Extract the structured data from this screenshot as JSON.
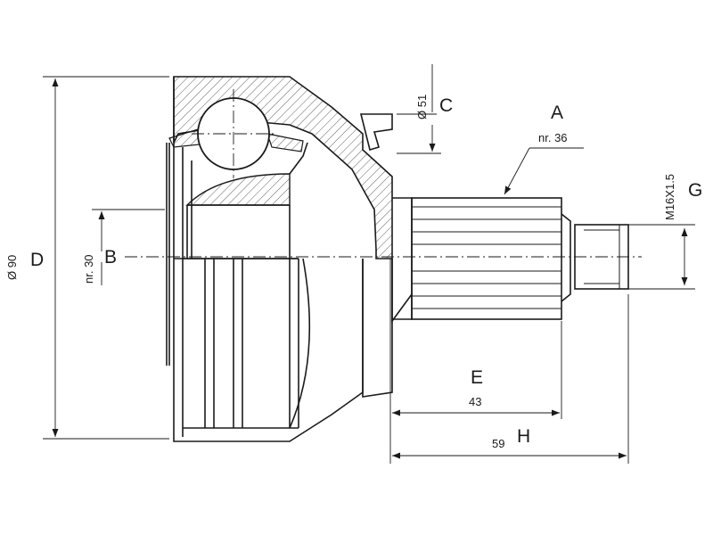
{
  "labels": {
    "A": "A",
    "B": "B",
    "C": "C",
    "D": "D",
    "E": "E",
    "G": "G",
    "H": "H"
  },
  "values": {
    "A": "nr. 36",
    "B": "nr. 30",
    "C": "Ø 51",
    "D": "Ø 90",
    "E": "43",
    "G": "M16X1.5",
    "H": "59"
  }
}
